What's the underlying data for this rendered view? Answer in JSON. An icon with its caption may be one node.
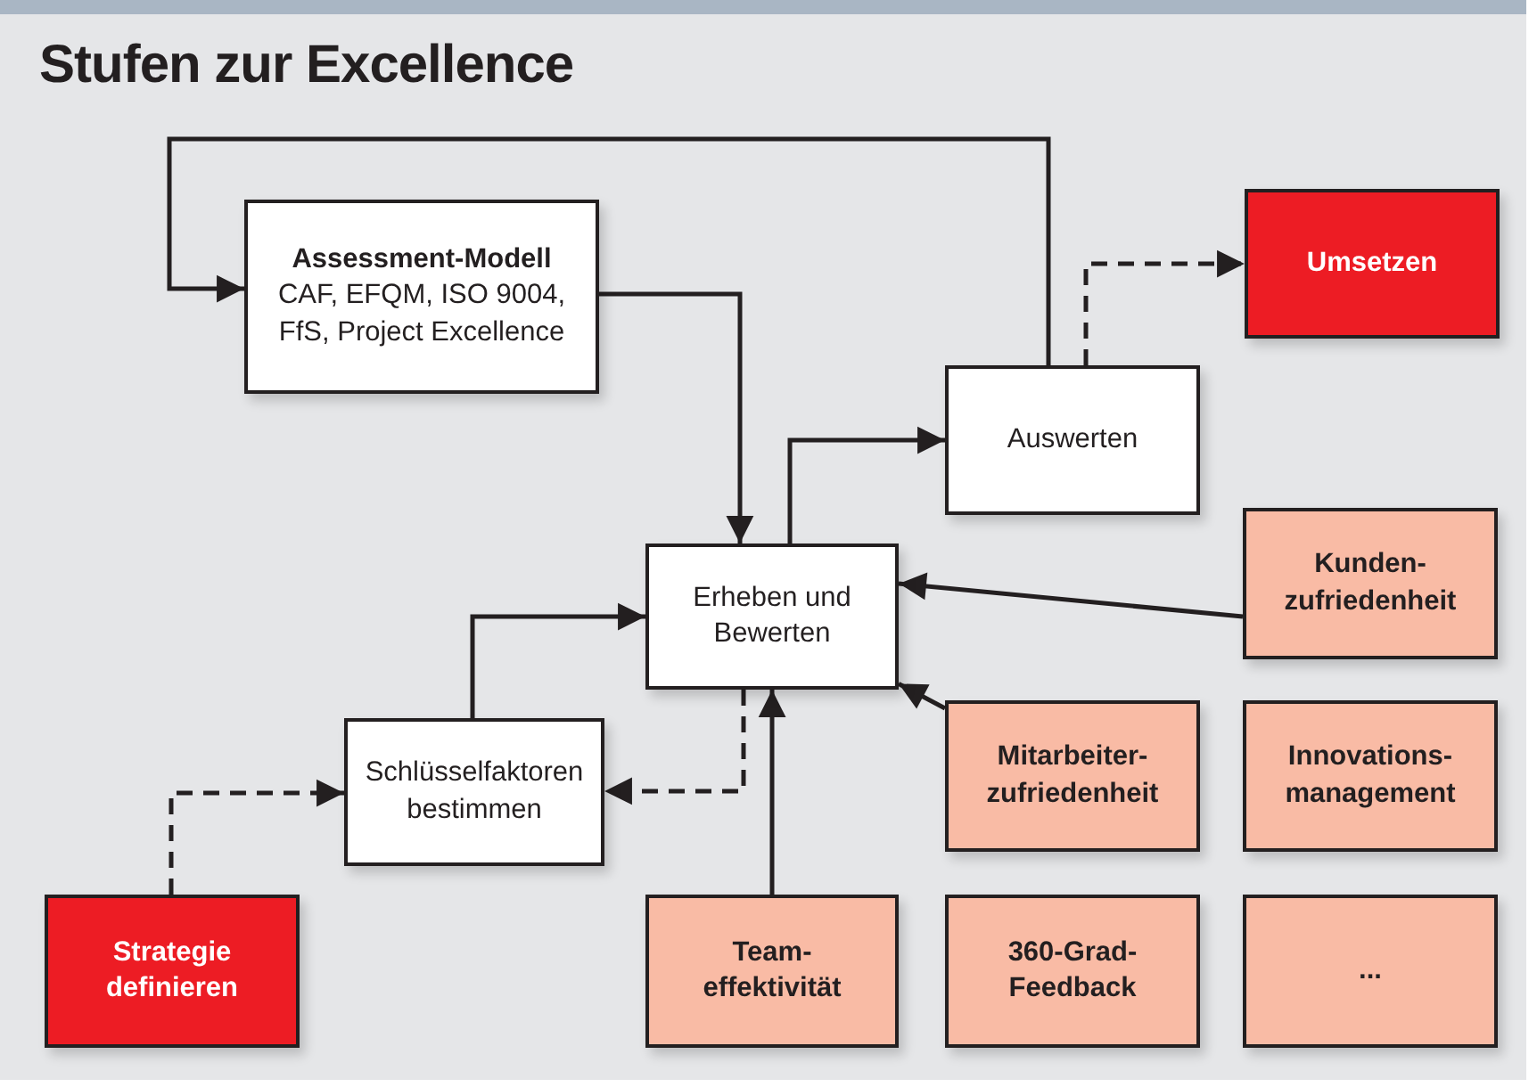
{
  "diagram": {
    "title": "Stufen zur Excellence",
    "nodes": [
      {
        "text": [
          "Assessment-Modell",
          "CAF, EFQM, ISO 9004, FfS, Project Excellence"
        ]
      },
      {
        "text": [
          "Umsetzen"
        ]
      },
      {
        "text": [
          "Auswerten"
        ]
      },
      {
        "text": [
          "Erheben und Bewerten"
        ]
      },
      {
        "text": [
          "Kunden- zufriedenheit"
        ]
      },
      {
        "text": [
          "Schlüsselfaktoren bestimmen"
        ]
      },
      {
        "text": [
          "Mitarbeiter- zufriedenheit"
        ]
      },
      {
        "text": [
          "Innovations- management"
        ]
      },
      {
        "text": [
          "Strategie definieren"
        ]
      },
      {
        "text": [
          "Team- effektivität"
        ]
      },
      {
        "text": [
          "360-Grad- Feedback"
        ]
      },
      {
        "text": [
          "..."
        ]
      }
    ],
    "edges": [
      {
        "from": 2,
        "to": 0,
        "arrow": "to"
      },
      {
        "from": 0,
        "to": 3,
        "arrow": "to"
      },
      {
        "from": 3,
        "to": 2,
        "arrow": "to"
      },
      {
        "from": 2,
        "to": 1,
        "arrow": "to",
        "style": "dashed"
      },
      {
        "from": 4,
        "to": 3,
        "arrow": "to"
      },
      {
        "from": 6,
        "to": 3,
        "arrow": "to"
      },
      {
        "from": 9,
        "to": 3,
        "arrow": "to"
      },
      {
        "from": 5,
        "to": 3,
        "arrow": "to"
      },
      {
        "from": 3,
        "to": 5,
        "arrow": "to",
        "style": "dashed"
      },
      {
        "from": 8,
        "to": 5,
        "arrow": "to",
        "style": "dashed"
      }
    ]
  }
}
